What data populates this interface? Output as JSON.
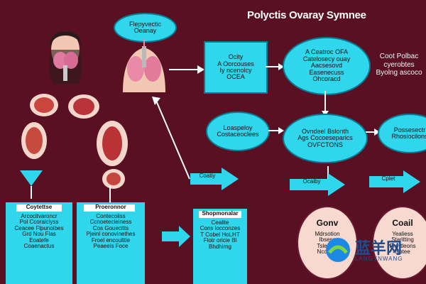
{
  "title": "Polyctis Ovaray Symnee",
  "top_bubble": "Flepyvectic\nOeanay",
  "box_center": "Ocity\nA Oorcouses\nIy ncenolcy\nOCEA",
  "ellipse_top_right": "A Ceatroc OFA\nCatelosecy ouay\nAacsesovd\nEasenecuss\nOhcoracd",
  "note_right": "Coot Polbac\ncyerobtes\nByolng ascoco",
  "ellipse_mid_left": "Loaspeloy\nCostaceoclees",
  "ellipse_mid_center": "Ovndeel Bslonth\nAgs Cocoeseparics\nOVFCTONS",
  "ellipse_mid_right": "Possesectr\nRhosiocilons",
  "arrow_labels": {
    "mid_left": "Coatiy",
    "right_a": "Ocaiby",
    "right_b": "Cplet"
  },
  "doc_left": {
    "title": "Coytettse",
    "lines": "Arcocitvaroncr\nPol Ccoralciyss\nCeacee Flpunoibes\nGrd Nou Flas\nEoatefe\nCoaenactus"
  },
  "doc_mid": {
    "title": "Proeronnor",
    "lines": "Contecoiiss\nCcnoetecleiness\nCos Gouecitts\nPjeinl conovinethes\nFroel encoulitie\nPeaeeis Foce"
  },
  "doc_bottom": {
    "title": "Shopmonalar",
    "lines": "Cealite\nCons locconzes\nT Cobel HoLHT\nFlotr oricie Bl\nBhdhirng"
  },
  "pill_left": {
    "title": "Gonv",
    "lines": "Mdrsotion\nIbsess\nTsleanig\nNccotse"
  },
  "pill_right": {
    "title": "Coail",
    "lines": "Yealiess\nStaritting\nFny tleons\nNotee"
  },
  "watermark": {
    "main": "蓝羊网",
    "sub": "LANGYNWANG"
  },
  "colors": {
    "background": "#5a1023",
    "accent": "#2fd6ec",
    "pill": "#f7d9cf"
  }
}
